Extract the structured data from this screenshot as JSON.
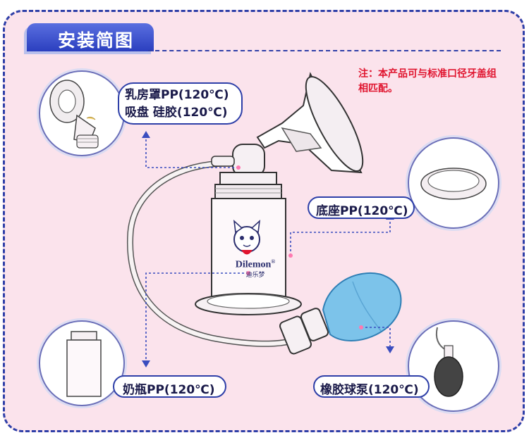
{
  "title": "安装简图",
  "note": "注：本产品可与标准口径牙盖组相匹配。",
  "labels": {
    "breast_shield": "乳房罩PP(120℃)",
    "suction_cup": "吸盘 硅胶(120℃)",
    "base": "底座PP(120℃)",
    "bottle": "奶瓶PP(120℃)",
    "bulb_pump": "橡胶球泵(120℃)"
  },
  "brand": {
    "name": "Dilemon",
    "registered": "®",
    "chinese": "迪乐梦"
  },
  "colors": {
    "background": "#fbe3ec",
    "border": "#2e3fa8",
    "title_tab": "#2b3fbf",
    "note_text": "#e0142e",
    "bulb": "#7cc3ea"
  }
}
